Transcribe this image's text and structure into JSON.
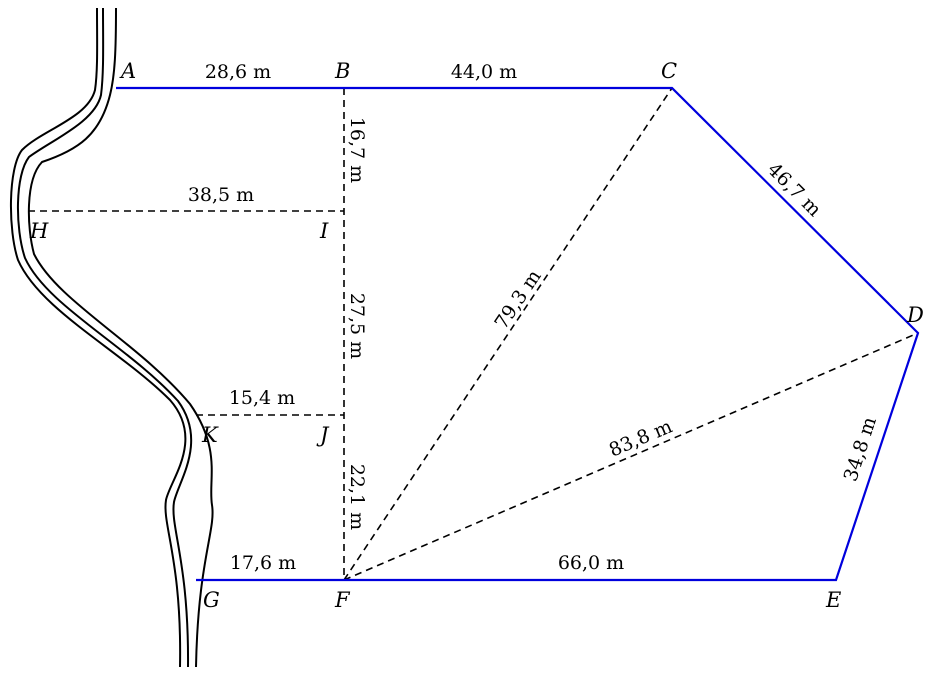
{
  "colors": {
    "boundary": "#0000dd",
    "construction": "#000000",
    "river": "#000000",
    "background": "#ffffff"
  },
  "points": {
    "A": "A",
    "B": "B",
    "C": "C",
    "D": "D",
    "E": "E",
    "F": "F",
    "G": "G",
    "H": "H",
    "I": "I",
    "J": "J",
    "K": "K"
  },
  "measures": {
    "AB": "28,6 m",
    "BC": "44,0 m",
    "CD": "46,7 m",
    "DE": "34,8 m",
    "FE": "66,0 m",
    "GF": "17,6 m",
    "HI": "38,5 m",
    "KJ": "15,4 m",
    "BI": "16,7 m",
    "IJ": "27,5 m",
    "JF": "22,1 m",
    "FC": "79,3 m",
    "FD": "83,8 m"
  }
}
